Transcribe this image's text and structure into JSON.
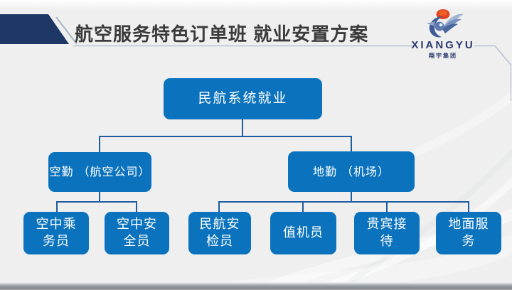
{
  "slide": {
    "header": {
      "title": "航空服务特色订单班 就业安置方案"
    },
    "logo": {
      "wordmark": "XIANGYU",
      "company": "翔宇集团"
    },
    "org_chart": {
      "root": {
        "label": "民航系统就业"
      },
      "branches": [
        {
          "label": "空勤 （航空公司）",
          "children": [
            {
              "label": "空中乘\n务员"
            },
            {
              "label": "空中安\n全员"
            }
          ]
        },
        {
          "label": "地勤 （机场）",
          "children": [
            {
              "label": "民航安\n检员"
            },
            {
              "label": "值机员"
            },
            {
              "label": "贵宾接\n待"
            },
            {
              "label": "地面服\n务"
            }
          ]
        }
      ]
    },
    "colors": {
      "box_blue": "#0b73bd",
      "connector_blue": "#1f5d9e",
      "banner_navy": "#1e3866",
      "title_text": "#3b3b3b",
      "background": "#efeff0",
      "logo_navy": "#2b3a6e",
      "logo_sun": "#e2431f"
    }
  }
}
